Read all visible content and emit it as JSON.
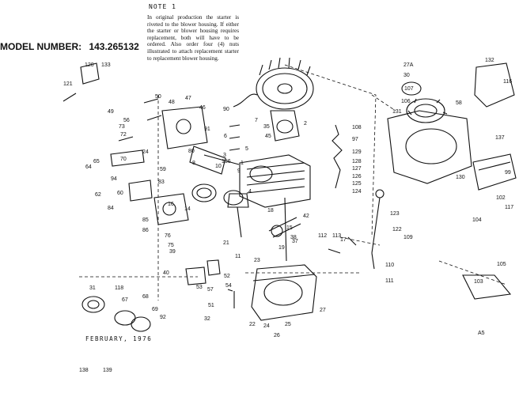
{
  "header": {
    "model_label": "MODEL NUMBER:",
    "model_number": "143.265132",
    "note_title": "NOTE 1",
    "note_text": "In original production the starter is riveted to the blower housing. If either the starter or blower housing requires replacement, both will have to be ordered. Also order four (4) nuts illustrated to attach replacement starter to replacement blower housing."
  },
  "footer": {
    "date": "FEBRUARY, 1976",
    "code": "A5"
  },
  "callouts": [
    "120",
    "133",
    "121",
    "50",
    "48",
    "47",
    "46",
    "49",
    "56",
    "73",
    "72",
    "24",
    "70",
    "65",
    "64",
    "94",
    "62",
    "84",
    "60",
    "85",
    "86",
    "136",
    "59",
    "83",
    "76",
    "16",
    "14",
    "75",
    "39",
    "40",
    "57",
    "53",
    "52",
    "54",
    "51",
    "32",
    "31",
    "118",
    "67",
    "68",
    "69",
    "92",
    "90",
    "91",
    "80",
    "6",
    "3",
    "5",
    "1",
    "9",
    "10",
    "8",
    "4",
    "2",
    "7",
    "35",
    "45",
    "108",
    "97",
    "129",
    "128",
    "127",
    "126",
    "125",
    "124",
    "123",
    "122",
    "109",
    "110",
    "111",
    "112",
    "113",
    "17",
    "19",
    "18",
    "15",
    "42",
    "38",
    "37",
    "11",
    "21",
    "23",
    "22",
    "24",
    "25",
    "26",
    "27",
    "27A",
    "30",
    "107",
    "106",
    "131",
    "58",
    "132",
    "116",
    "130",
    "137",
    "99",
    "102",
    "117",
    "104",
    "105",
    "103",
    "138",
    "139"
  ],
  "colors": {
    "ink": "#111111",
    "paper": "#ffffff"
  }
}
